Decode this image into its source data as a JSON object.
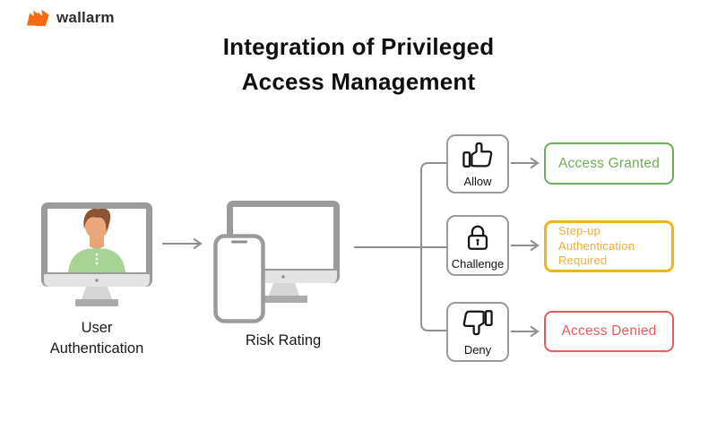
{
  "brand": {
    "name": "wallarm",
    "logo_color": "#FA6A10"
  },
  "title": {
    "line1": "Integration of Privileged",
    "line2": "Access Management"
  },
  "flow": {
    "user_auth": {
      "label_line1": "User",
      "label_line2": "Authentication",
      "icon": "desktop-monitor-with-user-avatar"
    },
    "risk_rating": {
      "label": "Risk Rating",
      "icon": "desktop-monitor-and-smartphone"
    }
  },
  "decisions": [
    {
      "label": "Allow",
      "icon": "thumbs-up-icon",
      "result": "Access Granted",
      "color": "#6FAE57"
    },
    {
      "label": "Challenge",
      "icon": "lock-icon",
      "result": "Step-up Authentication Required",
      "color": "#F2B418",
      "text_color": "#EDAF3D"
    },
    {
      "label": "Deny",
      "icon": "thumbs-down-icon",
      "result": "Access Denied",
      "color": "#E45C5C"
    }
  ],
  "colors": {
    "connector_gray": "#8F8F8F",
    "box_border_gray": "#9B9B9B",
    "icon_black": "#151515",
    "avatar_hair": "#8A5530",
    "avatar_skin": "#EBA97B",
    "avatar_shirt": "#A7D494",
    "monitor_frame": "#9B9B9B",
    "monitor_chin": "#E4E4E4",
    "monitor_stand": "#D6D6D6",
    "monitor_base": "#ABABAB"
  }
}
